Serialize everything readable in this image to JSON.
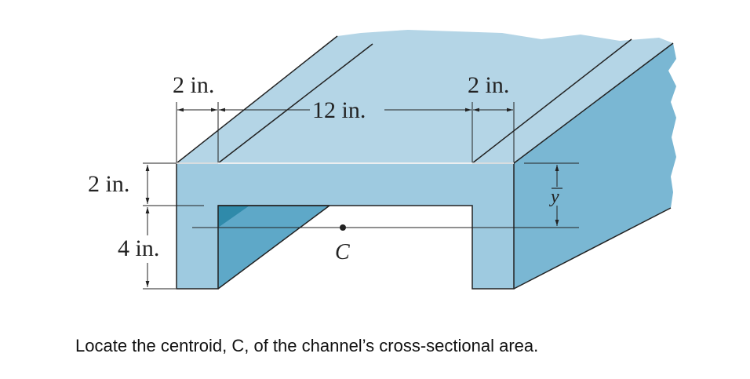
{
  "diagram": {
    "labels": {
      "flange_width_left": "2 in.",
      "flange_width_right": "2 in.",
      "web_length": "12 in.",
      "top_thickness": "2 in.",
      "leg_height": "4 in.",
      "centroid": "C",
      "ybar": "y"
    },
    "colors": {
      "top_face": "#b4d5e6",
      "front_face": "#9ecae0",
      "right_face": "#7ab7d3",
      "inner_face": "#5ea8c8",
      "dark_shadow": "#2f8aaa",
      "edge": "#222222"
    }
  },
  "caption": "Locate the centroid, C,  of the channel’s cross-sectional area."
}
